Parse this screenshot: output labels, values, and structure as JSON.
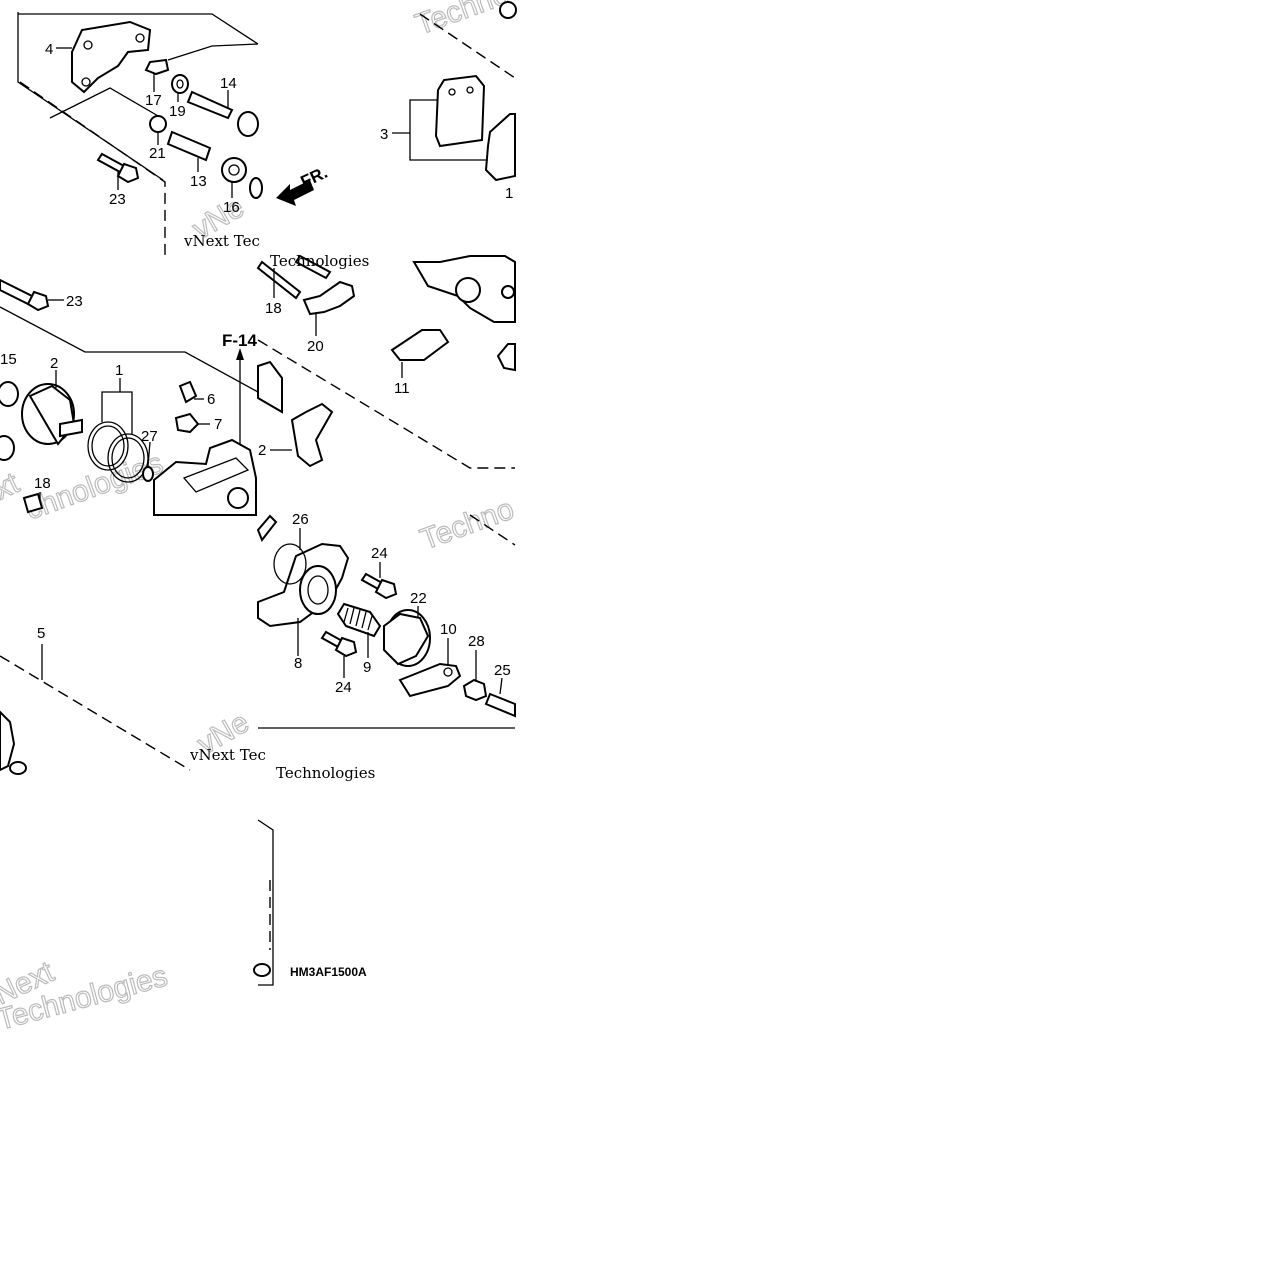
{
  "diagram": {
    "callouts": {
      "c_4": "4",
      "c_17": "17",
      "c_19": "19",
      "c_14": "14",
      "c_21": "21",
      "c_13": "13",
      "c_16": "16",
      "c_23a": "23",
      "c_3": "3",
      "c_1a": "1",
      "c_23b": "23",
      "c_18a": "18",
      "c_20": "20",
      "c_11": "11",
      "c_15": "15",
      "c_2a": "2",
      "c_1b": "1",
      "c_6": "6",
      "c_7": "7",
      "c_27": "27",
      "c_2b": "2",
      "c_18b": "18",
      "c_26": "26",
      "c_24a": "24",
      "c_22": "22",
      "c_10": "10",
      "c_28": "28",
      "c_25": "25",
      "c_5": "5",
      "c_8": "8",
      "c_9": "9",
      "c_24b": "24"
    },
    "ref_label": "F-14",
    "direction_label": "FR.",
    "diagram_code": "HM3AF1500A",
    "watermarks": {
      "w1": "vNext Tec",
      "w2": "Technologies",
      "w3": "vNext Tec",
      "w4": "Technologies",
      "w5": "Techno",
      "w6": "Techno",
      "w7": "Next",
      "w8": "Technologies",
      "w9": "vNe",
      "w10": "xt",
      "w11": "chnologies",
      "w12": "vNe"
    }
  }
}
